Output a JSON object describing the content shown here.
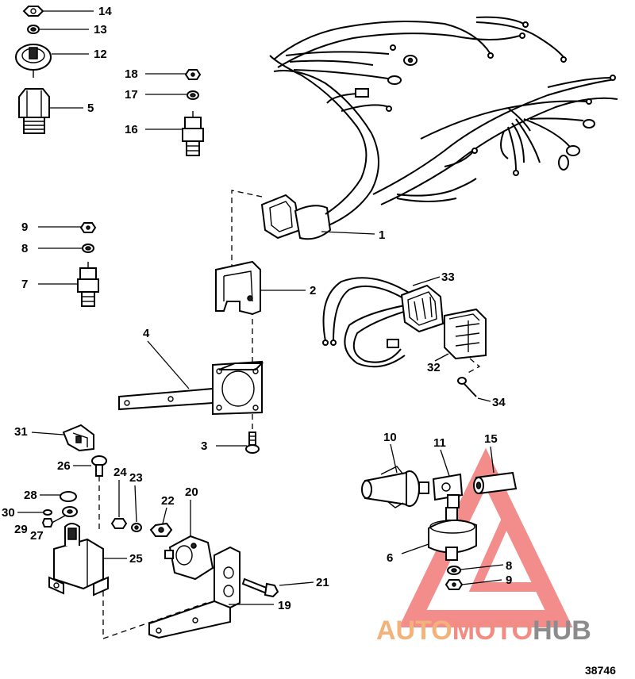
{
  "diagram_number": "38746",
  "watermark": {
    "part1": "AUTO",
    "part2": "MOTO",
    "part3": "HUB"
  },
  "callouts": {
    "c1": "1",
    "c2": "2",
    "c3": "3",
    "c4": "4",
    "c5": "5",
    "c6": "6",
    "c7": "7",
    "c8": "8",
    "c8b": "8",
    "c9": "9",
    "c9b": "9",
    "c10": "10",
    "c11": "11",
    "c12": "12",
    "c13": "13",
    "c14": "14",
    "c15": "15",
    "c16": "16",
    "c17": "17",
    "c18": "18",
    "c19": "19",
    "c20": "20",
    "c21": "21",
    "c22": "22",
    "c23": "23",
    "c24": "24",
    "c25": "25",
    "c26": "26",
    "c27": "27",
    "c28": "28",
    "c29": "29",
    "c30": "30",
    "c31": "31",
    "c32": "32",
    "c33": "33",
    "c34": "34"
  }
}
